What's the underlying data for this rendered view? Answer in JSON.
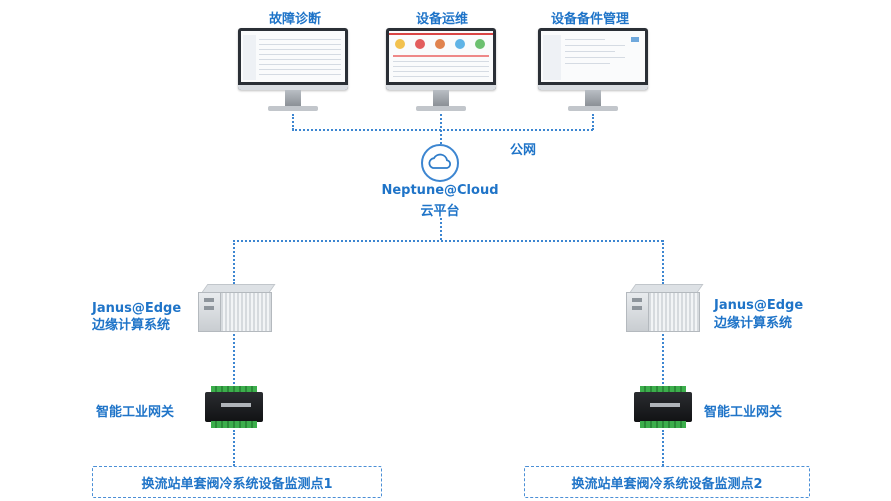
{
  "top_apps": [
    {
      "title": "故障诊断"
    },
    {
      "title": "设备运维"
    },
    {
      "title": "设备备件管理"
    }
  ],
  "network": {
    "label": "公网"
  },
  "cloud": {
    "name": "Neptune@Cloud",
    "subtitle": "云平台",
    "icon": "cloud-icon"
  },
  "edges": [
    {
      "name": "Janus@Edge",
      "subtitle": "边缘计算系统",
      "gateway_label": "智能工业网关",
      "monitor_point": "换流站单套阀冷系统设备监测点1"
    },
    {
      "name": "Janus@Edge",
      "subtitle": "边缘计算系统",
      "gateway_label": "智能工业网关",
      "monitor_point": "换流站单套阀冷系统设备监测点2"
    }
  ],
  "colors": {
    "accent": "#1f74c8",
    "line": "#3d86d1"
  }
}
